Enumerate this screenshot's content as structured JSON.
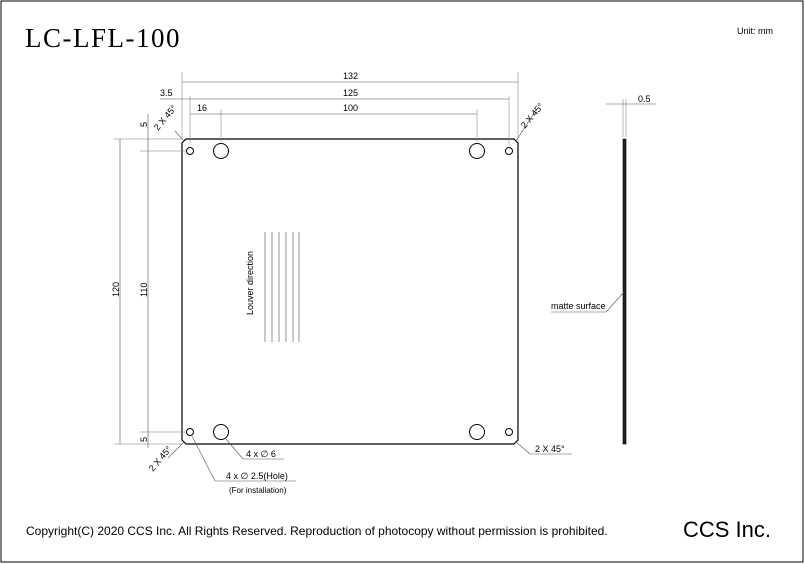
{
  "drawing": {
    "title": "LC-LFL-100",
    "unit": "Unit: mm",
    "copyright": "Copyright(C) 2020 CCS Inc. All Rights Reserved. Reproduction of photocopy without permission is prohibited.",
    "company": "CCS Inc."
  },
  "dimensions": {
    "overall_width": "132",
    "hole_span_width": "125",
    "large_hole_span": "100",
    "offset_small": "3.5",
    "offset_large": "16",
    "overall_height": "120",
    "hole_span_height": "110",
    "top_offset": "5",
    "bottom_offset": "5",
    "thickness": "0.5"
  },
  "annotations": {
    "chamfer": "2 X 45°",
    "louver": "Louver direction",
    "large_holes": "4 x ∅ 6",
    "small_holes": "4 x ∅ 2.5(Hole)",
    "small_holes_note": "(For installation)",
    "surface": "matte surface"
  }
}
